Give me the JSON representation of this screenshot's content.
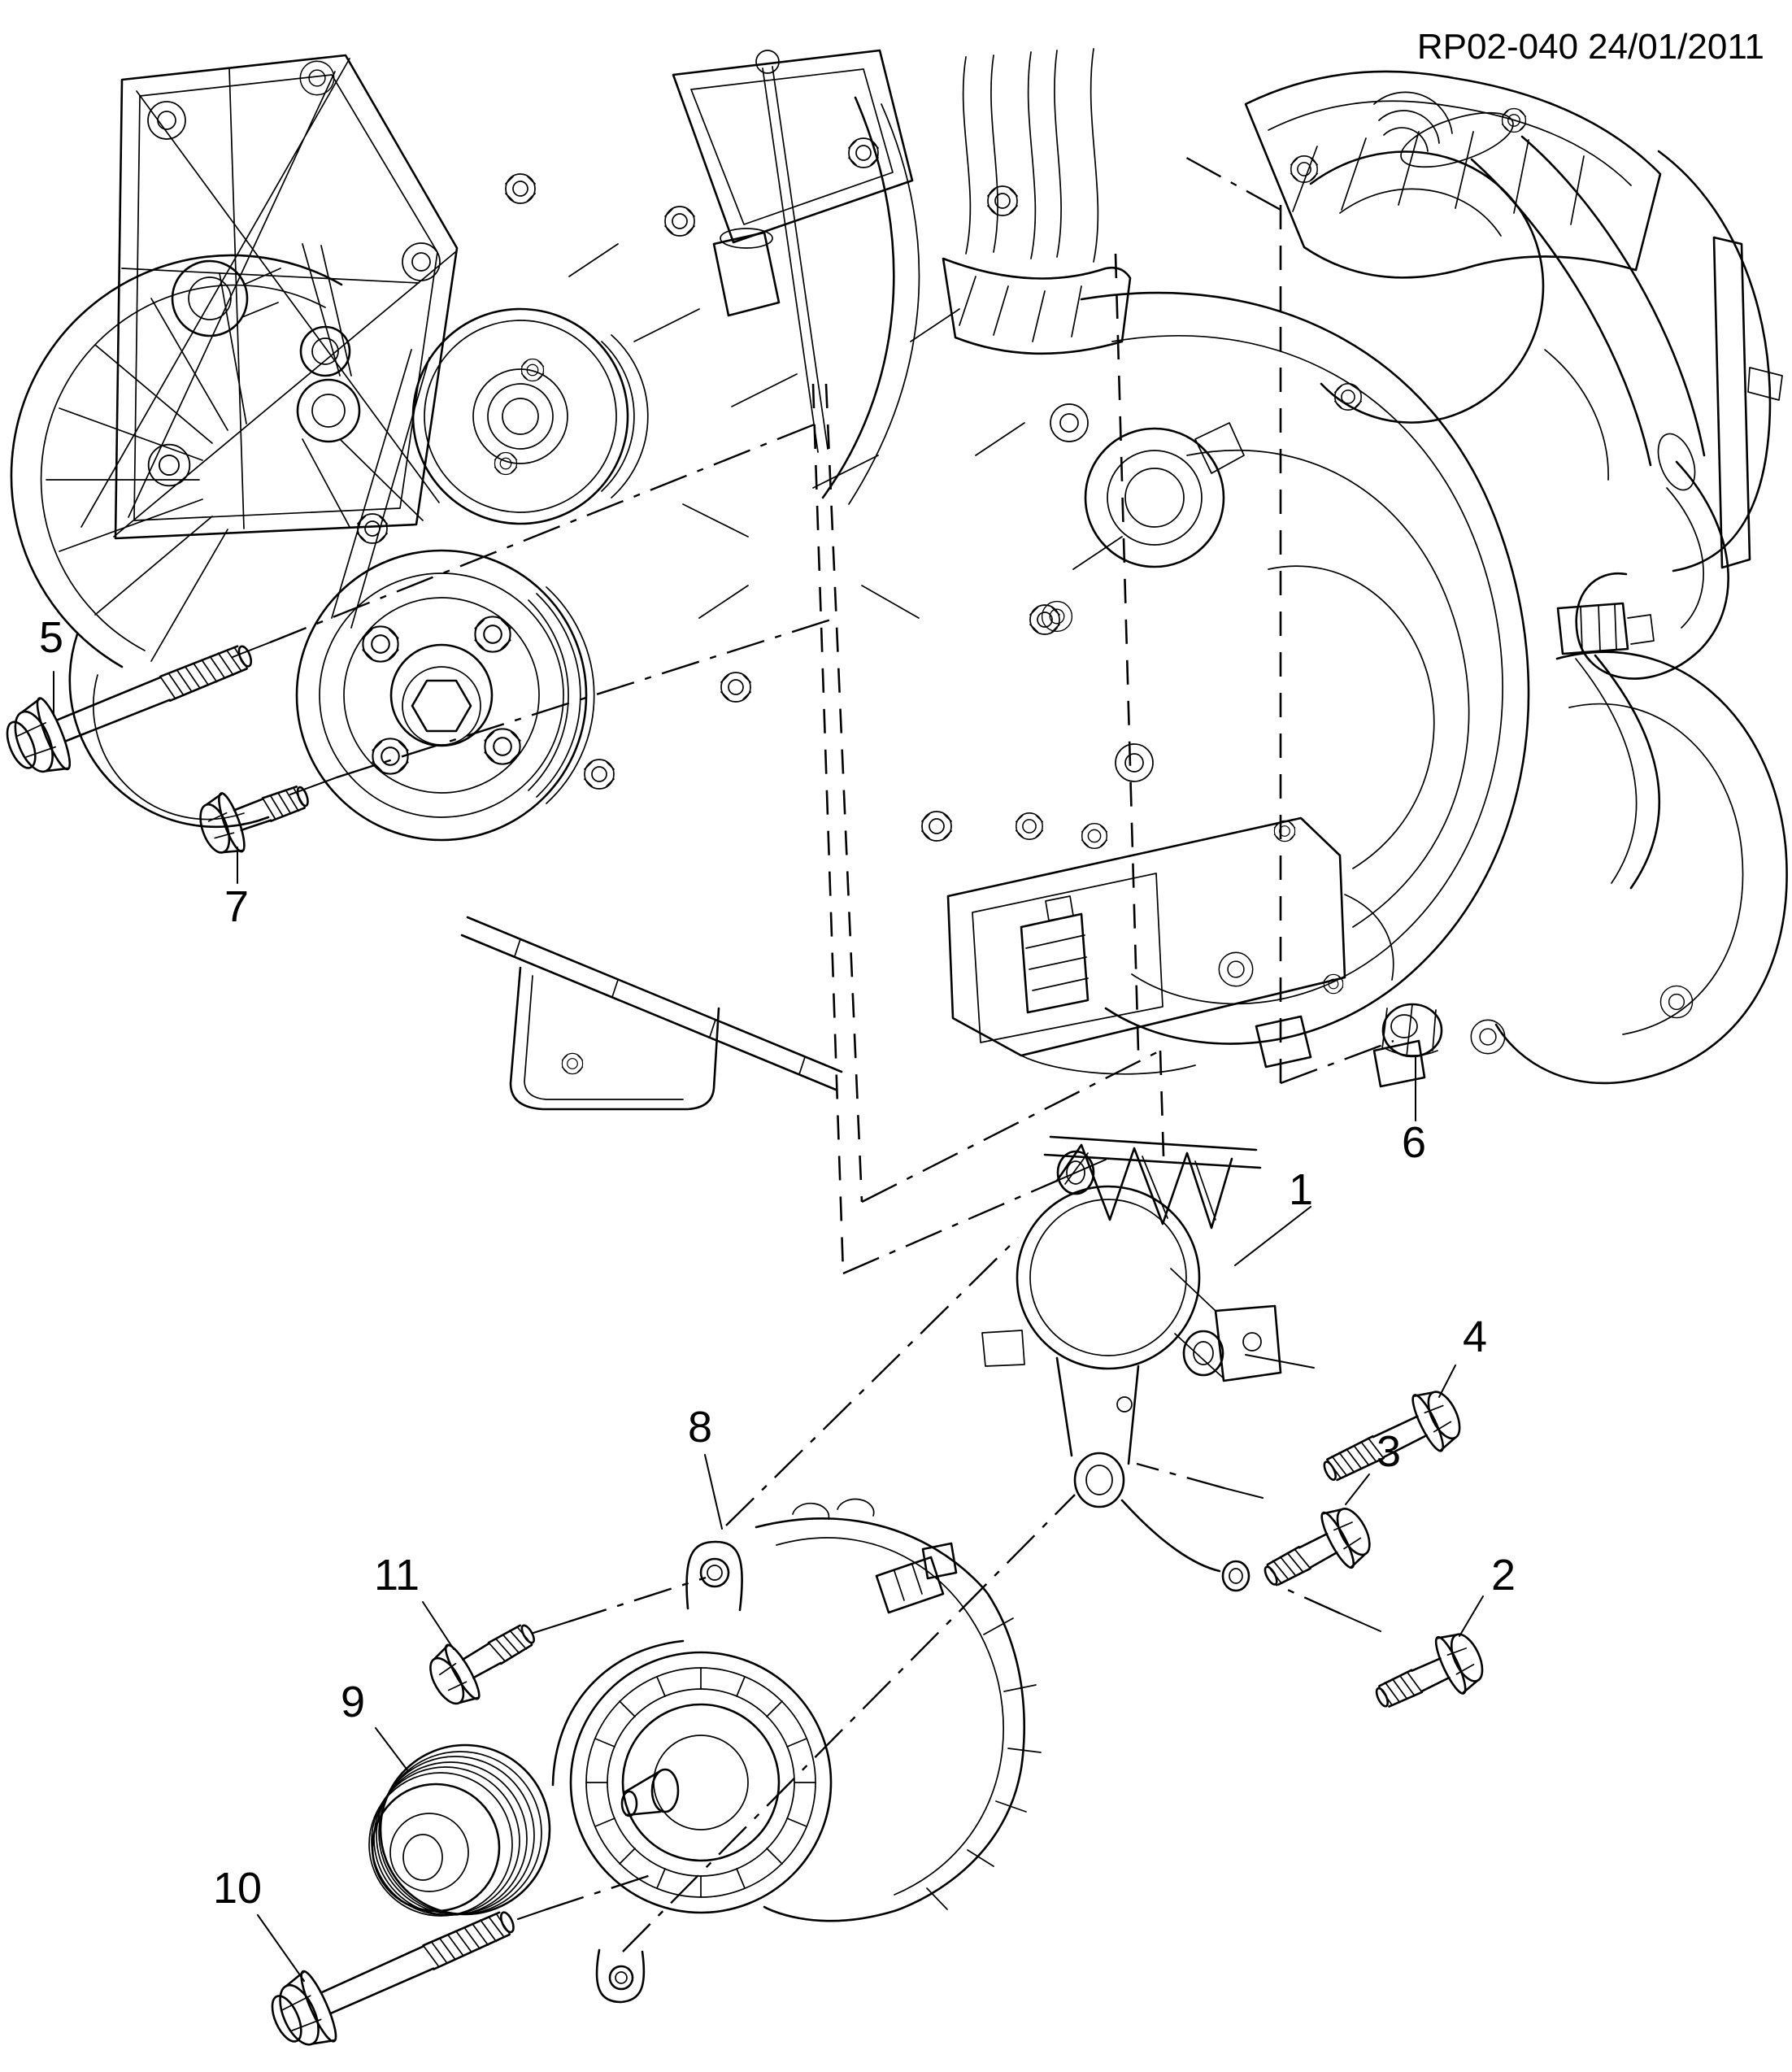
{
  "page": {
    "background": "#ffffff",
    "line_color": "#000000"
  },
  "header": {
    "drawing_code": "RP02-040",
    "date": "24/01/2011"
  },
  "callouts": [
    {
      "label": "1",
      "type": "alternator-mount-bracket"
    },
    {
      "label": "2",
      "type": "bolt"
    },
    {
      "label": "3",
      "type": "bolt"
    },
    {
      "label": "4",
      "type": "bolt"
    },
    {
      "label": "5",
      "type": "long-bolt"
    },
    {
      "label": "6",
      "type": "nut"
    },
    {
      "label": "7",
      "type": "bolt"
    },
    {
      "label": "8",
      "type": "alternator-mount-ear"
    },
    {
      "label": "9",
      "type": "alternator-pulley"
    },
    {
      "label": "10",
      "type": "long-bolt"
    },
    {
      "label": "11",
      "type": "bolt"
    }
  ]
}
